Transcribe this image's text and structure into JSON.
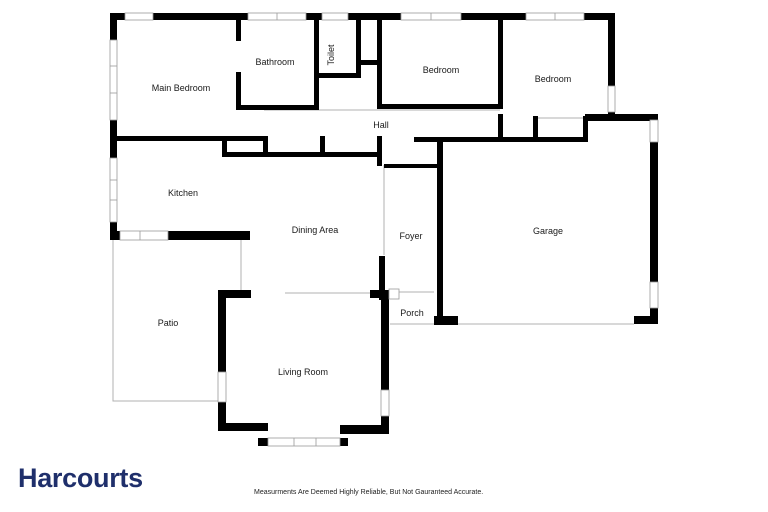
{
  "rooms": {
    "main_bedroom": "Main Bedroom",
    "bathroom": "Bathroom",
    "toilet": "Toilet",
    "bedroom_1": "Bedroom",
    "bedroom_2": "Bedroom",
    "hall": "Hall",
    "kitchen": "Kitchen",
    "dining_area": "Dining Area",
    "foyer": "Foyer",
    "garage": "Garage",
    "patio": "Patio",
    "porch": "Porch",
    "living_room": "Living Room"
  },
  "brand": {
    "logo_text": "Harcourts",
    "logo_color": "#1f2f6b"
  },
  "footer": {
    "disclaimer": "Measurments Are Deemed Highly Reliable, But Not Gauranteed Accurate."
  },
  "colors": {
    "wall": "#000000",
    "line": "#b0b0b0",
    "background": "#ffffff"
  }
}
